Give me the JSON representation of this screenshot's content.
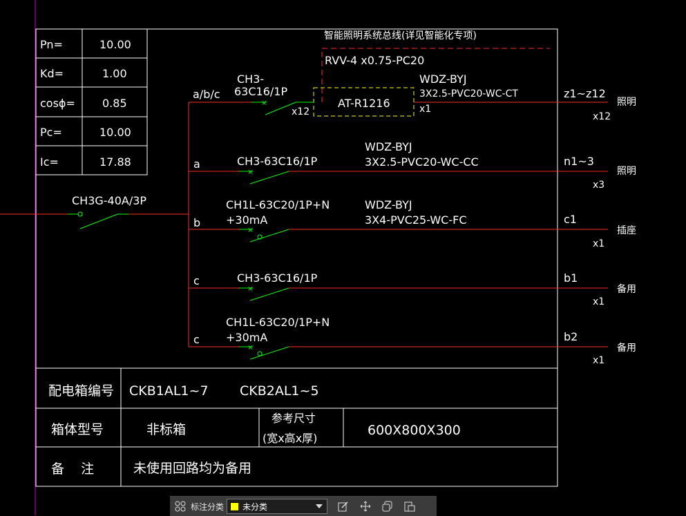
{
  "params": [
    {
      "label": "Pn=",
      "value": "10.00"
    },
    {
      "label": "Kd=",
      "value": "1.00"
    },
    {
      "label": "cosϕ=",
      "value": "0.85"
    },
    {
      "label": "Pc=",
      "value": "10.00"
    },
    {
      "label": "Ic=",
      "value": "17.88"
    }
  ],
  "main_breaker": "CH3G-40A/3P",
  "smart_line": {
    "title": "智能照明系统总线(详见智能化专项)",
    "cable": "RVV-4 x0.75-PC20"
  },
  "circuits": [
    {
      "phase": "a/b/c",
      "breaker_l1": "CH3-",
      "breaker_l2": "63C16/1P",
      "module": "AT-R1216",
      "module_mult": "x12",
      "cable_l1": "WDZ-BYJ",
      "cable_l2": "3X2.5-PVC20-WC-CT",
      "cable_mult": "x1",
      "code": "z1~z12",
      "mult": "x12",
      "use": "照明"
    },
    {
      "phase": "a",
      "breaker_l1": "CH3-63C16/1P",
      "cable_l1": "WDZ-BYJ",
      "cable_l2": "3X2.5-PVC20-WC-CC",
      "code": "n1~3",
      "mult": "x3",
      "use": "照明"
    },
    {
      "phase": "b",
      "breaker_l1": "CH1L-63C20/1P+N",
      "breaker_l2": "+30mA",
      "cable_l1": "WDZ-BYJ",
      "cable_l2": "3X4-PVC25-WC-FC",
      "code": "c1",
      "mult": "x1",
      "use": "插座"
    },
    {
      "phase": "c",
      "breaker_l1": "CH3-63C16/1P",
      "code": "b1",
      "mult": "x1",
      "use": "备用"
    },
    {
      "phase": "c",
      "breaker_l1": "CH1L-63C20/1P+N",
      "breaker_l2": "+30mA",
      "code": "b2",
      "mult": "x1",
      "use": "备用"
    }
  ],
  "info_table": {
    "box_no_label": "配电箱编号",
    "box_no_value_1": "CKB1AL1~7",
    "box_no_value_2": "CKB2AL1~5",
    "box_type_label": "箱体型号",
    "box_type_value": "非标箱",
    "ref_size_label_1": "参考尺寸",
    "ref_size_label_2": "(宽x高x厚)",
    "ref_size_value": "600X800X300",
    "remark_label": "备    注",
    "remark_value": "未使用回路均为备用"
  },
  "toolbar": {
    "annot_label": "标注分类",
    "category_value": "未分类"
  },
  "colors": {
    "wire": "#ff2a2a",
    "breaker": "#00ff00",
    "module": "#ffff00",
    "border": "#ffffff",
    "crosshair": "#ff00ff"
  }
}
